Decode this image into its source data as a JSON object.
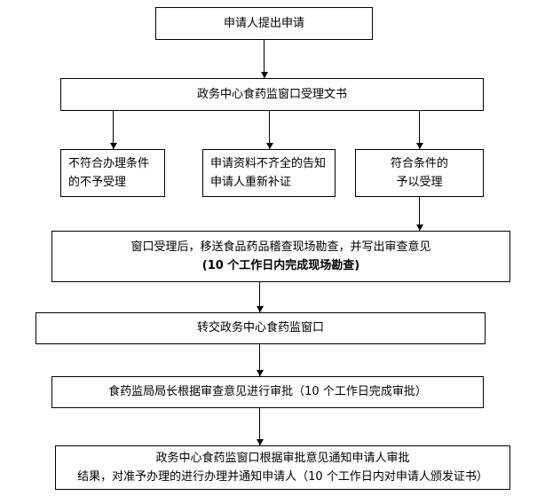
{
  "nodes": {
    "start": "申请人提出申请",
    "window_accept": "政务中心食药监窗口受理文书",
    "not_qualified_l1": "不符合办理条件",
    "not_qualified_l2": "的不予受理",
    "incomplete_l1": "申请资料不齐全的告知",
    "incomplete_l2": "申请人重新补证",
    "qualified_l1": "符合条件的",
    "qualified_l2": "予以受理",
    "site_inspection_l1": "窗口受理后，移送食品药品稽查现场勘查，并写出审查意见",
    "site_inspection_l2": "(10 个工作日内完成现场勘查)",
    "transfer_back": "转交政务中心食药监窗口",
    "director_approval": "食药监局局长根据审查意见进行审批（10 个工作日完成审批）",
    "notify_result_l1": "政务中心食药监窗口根据审批意见通知申请人审批",
    "notify_result_l2": "结果，对准予办理的进行办理并通知申请人（10 个工作日内对申请人颁发证书）"
  }
}
